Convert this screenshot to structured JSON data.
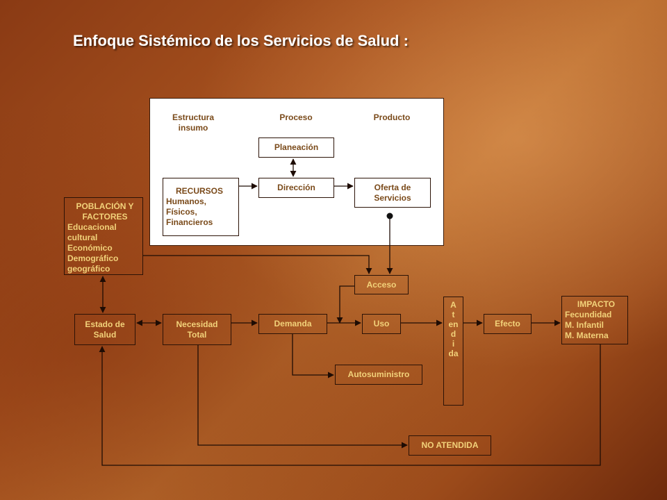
{
  "title": "Enfoque Sistémico de los Servicios de Salud :",
  "panel": {
    "headers": {
      "estructura": [
        "Estructura",
        "insumo"
      ],
      "proceso": "Proceso",
      "producto": "Producto"
    },
    "planeacion": "Planeación",
    "recursos": {
      "heading": "RECURSOS",
      "items": [
        "Humanos,",
        "Físicos,",
        "Financieros"
      ]
    },
    "direccion": "Dirección",
    "oferta": [
      "Oferta de",
      "Servicios"
    ]
  },
  "poblacion": {
    "heading": [
      "POBLACIÓN Y",
      "FACTORES"
    ],
    "items": [
      "Educacional",
      "cultural",
      "Económico",
      "Demográfico",
      "geográfico"
    ]
  },
  "acceso": "Acceso",
  "estado_salud": [
    "Estado de",
    "Salud"
  ],
  "necesidad": [
    "Necesidad",
    "Total"
  ],
  "demanda": "Demanda",
  "uso": "Uso",
  "atendida": [
    "A",
    "t",
    "en",
    "d",
    "i",
    "da"
  ],
  "efecto": "Efecto",
  "impacto": {
    "heading": "IMPACTO",
    "items": [
      "Fecundidad",
      "M. Infantil",
      "M. Materna"
    ]
  },
  "autosuministro": "Autosuministro",
  "no_atendida": "NO ATENDIDA",
  "colors": {
    "box_text": "#f2d27a",
    "panel_text": "#7a4a1a",
    "line": "#1e0c04"
  }
}
